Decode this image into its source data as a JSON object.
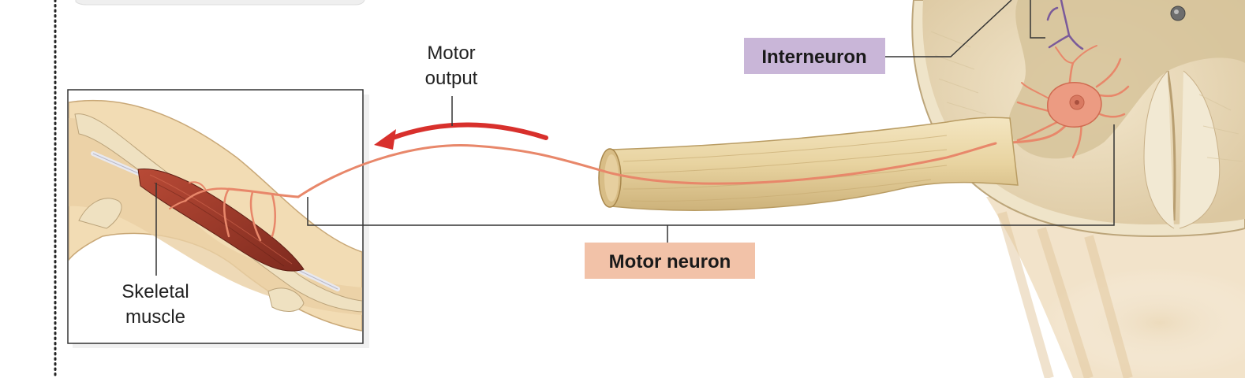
{
  "labels": {
    "motor_output_line1": "Motor",
    "motor_output_line2": "output",
    "interneuron": "Interneuron",
    "motor_neuron": "Motor neuron",
    "skeletal_muscle_line1": "Skeletal",
    "skeletal_muscle_line2": "muscle"
  },
  "colors": {
    "interneuron_label_bg": "#c9b6d8",
    "motor_neuron_label_bg": "#f2c2a8",
    "arrow": "#d8302c",
    "nerve": "#e8d3a0",
    "neuron": "#e8876a",
    "muscle": "#9b3a2a",
    "spinal_gray": "#d9c9a4",
    "spinal_white": "#efe7d3"
  }
}
